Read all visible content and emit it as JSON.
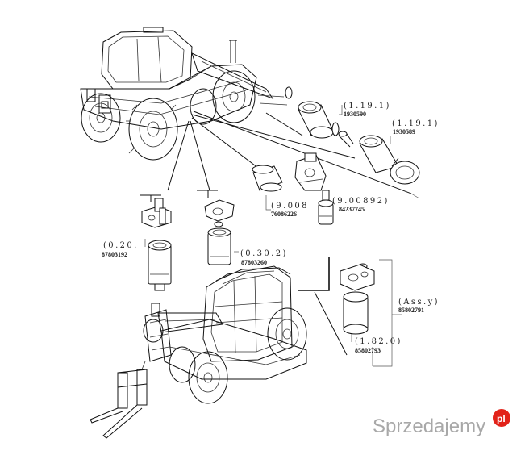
{
  "parts": [
    {
      "ref": "(1.19.1)",
      "part_no": "1930590"
    },
    {
      "ref": "(1.19.1)",
      "part_no": "1930589"
    },
    {
      "ref": "(9.008",
      "part_no": "76086226"
    },
    {
      "ref": "(9.00892)",
      "part_no": "84237745"
    },
    {
      "ref": "(0.20.",
      "part_no": "87803192"
    },
    {
      "ref": "(0.30.2)",
      "part_no": "87803260"
    },
    {
      "ref": "(Ass.y)",
      "part_no": "85802791"
    },
    {
      "ref": "(1.82.0)",
      "part_no": "85802793"
    }
  ],
  "watermark": {
    "text": "Sprzedajemy",
    "badge": "pl",
    "badge_color": "#e2231a"
  }
}
